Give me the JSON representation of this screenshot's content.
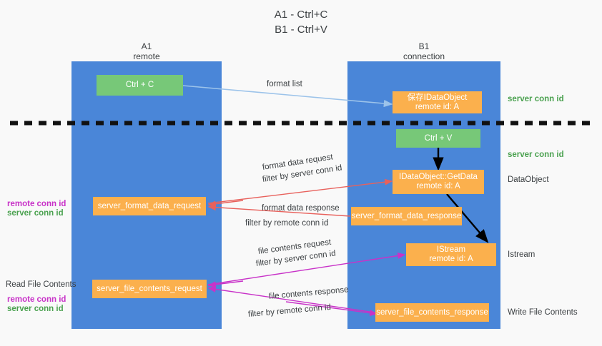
{
  "title": {
    "line1": "A1 - Ctrl+C",
    "line2": "B1 - Ctrl+V"
  },
  "lanes": [
    {
      "name": "A1",
      "sub": "remote"
    },
    {
      "name": "B1",
      "sub": "connection"
    }
  ],
  "boxes": {
    "ctrl_c": {
      "line1": "Ctrl + C"
    },
    "save_idataobject": {
      "line1": "保存IDataObject",
      "line2": "remote id: A"
    },
    "ctrl_v": {
      "line1": "Ctrl + V"
    },
    "getdata": {
      "line1": "IDataObject::GetData",
      "line2": "remote id: A"
    },
    "server_format_data_request": {
      "line1": "server_format_data_request"
    },
    "server_format_data_response": {
      "line1": "server_format_data_response"
    },
    "istream": {
      "line1": "IStream",
      "line2": "remote id: A"
    },
    "server_file_contents_request": {
      "line1": "server_file_contents_request"
    },
    "server_file_contents_response": {
      "line1": "server_file_contents_response"
    }
  },
  "edge_labels": {
    "format_list": "format list",
    "format_data_request": "format data request",
    "filter_by": "filter by",
    "server_conn_id": "server conn id",
    "format_data_response": "format data response",
    "remote_conn_id": "remote conn id",
    "file_contents_request": "file contents request",
    "file_contents_response": "file contents response"
  },
  "right_notes": [
    "server conn id",
    "server conn id",
    "DataObject",
    "Istream",
    "Write File Contents"
  ],
  "left_notes": {
    "remote_conn_id": "remote conn id",
    "server_conn_id": "server conn id",
    "read_file_contents": "Read File Contents"
  },
  "colors": {
    "lane": "#4a86d8",
    "green_box": "#77c878",
    "orange_box": "#fbb04d",
    "green_text": "#4aa14f",
    "magenta_text": "#c832c8",
    "arrow_blue": "#9cc3ea",
    "arrow_red": "#e8615c",
    "arrow_magenta": "#c832c8",
    "arrow_black": "#000000",
    "background": "#f9f9f9"
  }
}
